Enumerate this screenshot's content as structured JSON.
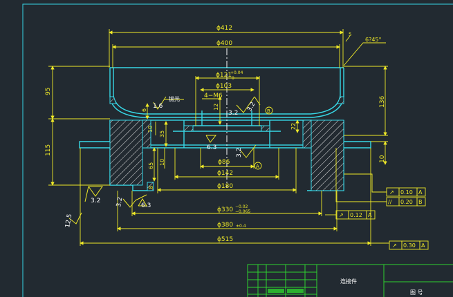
{
  "colors": {
    "background": "#222a31",
    "part_outline": "#37d7e6",
    "dimension": "#f0ea28",
    "note": "#ffffff",
    "title_block": "#2fd22f",
    "center_line": "#ffffff"
  },
  "dimensions": {
    "d412": "ϕ412",
    "d400": "ϕ400",
    "d121": "ϕ121",
    "d121_tol": "+0.04",
    "d121_tol_low": "0",
    "d103": "ϕ103",
    "holes": "4−M6",
    "d86": "ϕ86",
    "d142": "ϕ142",
    "d180": "ϕ180",
    "d330": "ϕ330",
    "d330_tol_up": "−0.02",
    "d330_tol_low": "−0.065",
    "d380": "ϕ380",
    "d380_tol": "±0.4",
    "d515": "ϕ515",
    "h95": "95",
    "h115": "115",
    "h136": "136",
    "h10_right": "10",
    "h6": "6",
    "h10_left": "10",
    "h35": "35",
    "h65": "65",
    "h10_low": "10",
    "h8": "8",
    "h12": "12",
    "h22": "22",
    "r5": "5",
    "chamfer": "6?45°"
  },
  "roughness": {
    "r1_6": "1.6",
    "r3_2_a": "3.2",
    "r3_2_b": "3.2",
    "r3_2_c": "3.2",
    "r3_2_d": "3.2",
    "r3_2_e": "3.2",
    "r6_3_a": "6.3",
    "r6_3_b": "6.3",
    "r12_5": "12.5"
  },
  "notes": {
    "polish": "抛光"
  },
  "datums": {
    "a": "A",
    "b": "B"
  },
  "tolerances": {
    "t1_symbol": "↗",
    "t1_value": "0.10",
    "t1_ref": "A",
    "t2_symbol": "//",
    "t2_value": "0.20",
    "t2_ref": "B",
    "t3_symbol": "↗",
    "t3_value": "0.12",
    "t3_ref": "A",
    "t4_symbol": "↗",
    "t4_value": "0.30",
    "t4_ref": "A"
  },
  "title_block": {
    "part_name": "连接件",
    "drawing_label": "图 号"
  }
}
